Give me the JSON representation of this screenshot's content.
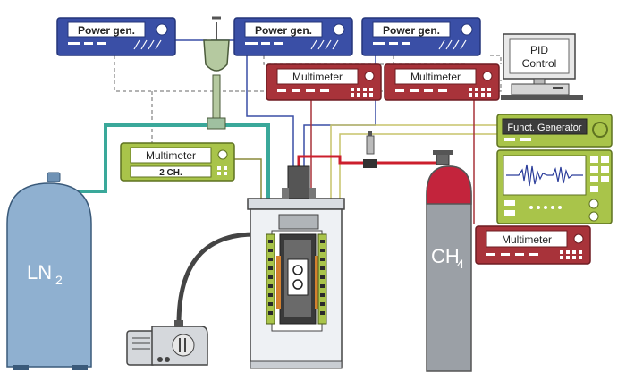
{
  "labels": {
    "power_gen_1": "Power gen.",
    "power_gen_2": "Power gen.",
    "power_gen_3": "Power gen.",
    "multimeter_1": "Multimeter",
    "multimeter_2": "Multimeter",
    "multimeter_3": "Multimeter",
    "multimeter_4": "Multimeter",
    "two_channel": "2 CH.",
    "pid_line1": "PID",
    "pid_line2": "Control",
    "funct_generator": "Funct. Generator",
    "ln2_base": "LN",
    "ln2_sub": "2",
    "ch4_base": "CH",
    "ch4_sub": "4"
  },
  "colors": {
    "power_gen": "#3a4fa6",
    "multimeter_red": "#a8333a",
    "multimeter_green": "#a9c44a",
    "ln2_tank": "#8fb0d0",
    "ch4_tank": "#9ba0a6",
    "ch4_cap": "#c3243c",
    "teal_line": "#3aa89a",
    "red_line": "#cc1f2d"
  }
}
